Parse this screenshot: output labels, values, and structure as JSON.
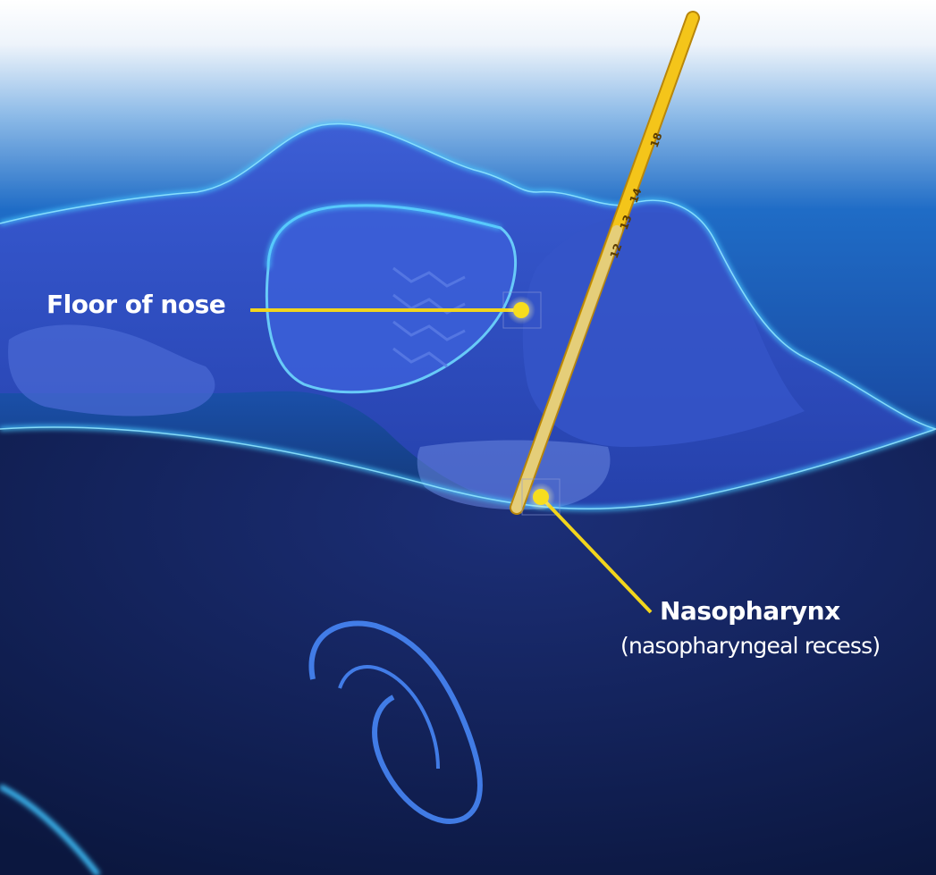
{
  "labels": {
    "floor_of_nose": "Floor of nose",
    "nasopharynx": "Nasopharynx",
    "nasopharynx_sub": "(nasopharyngeal recess)"
  },
  "tube_markings": [
    "12",
    "13",
    "14",
    "18"
  ],
  "colors": {
    "background_top": "#ffffff",
    "background_mid": "#1f5fb8",
    "background_dark": "#0b1e4c",
    "tissue_fill": "#2e4ec2",
    "outline_glow": "#3fc4ff",
    "leader_line": "#f2d51c",
    "tube": "#f4c51a",
    "label_text": "#ffffff"
  }
}
